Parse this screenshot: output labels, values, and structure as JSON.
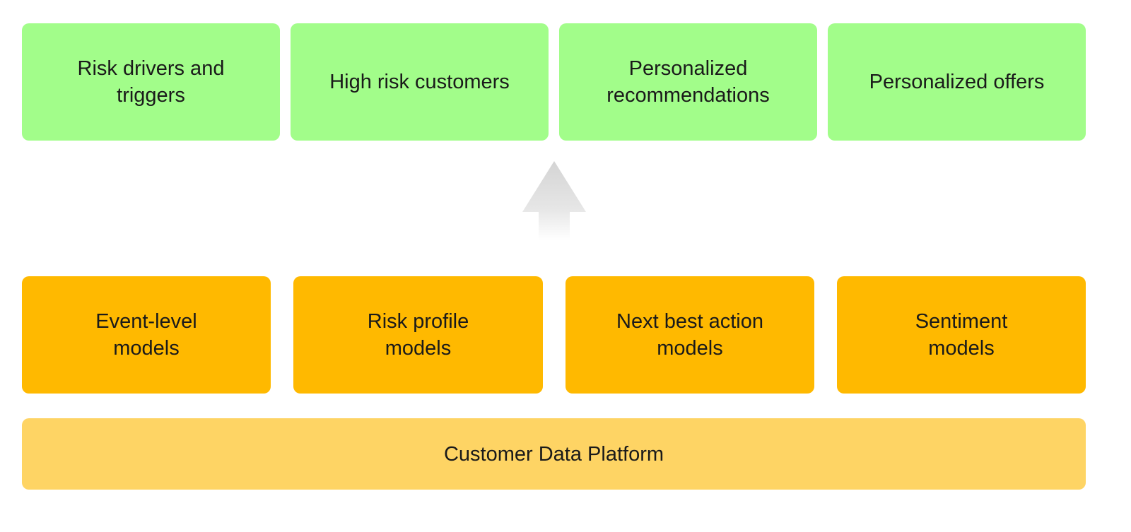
{
  "outputs": [
    {
      "line1": "Risk drivers and",
      "line2": "triggers"
    },
    {
      "line1": "High risk customers",
      "line2": ""
    },
    {
      "line1": "Personalized",
      "line2": "recommendations"
    },
    {
      "line1": "Personalized offers",
      "line2": ""
    }
  ],
  "models": [
    {
      "line1": "Event-level",
      "line2": "models"
    },
    {
      "line1": "Risk profile",
      "line2": "models"
    },
    {
      "line1": "Next best action",
      "line2": "models"
    },
    {
      "line1": "Sentiment",
      "line2": "models"
    }
  ],
  "platform": {
    "label": "Customer Data Platform"
  },
  "colors": {
    "outputs": "#a2fd8a",
    "models": "#ffb900",
    "platform": "#fed464",
    "arrow": "#d9d9d9"
  },
  "icons": {
    "flow": "up-arrow-icon"
  }
}
